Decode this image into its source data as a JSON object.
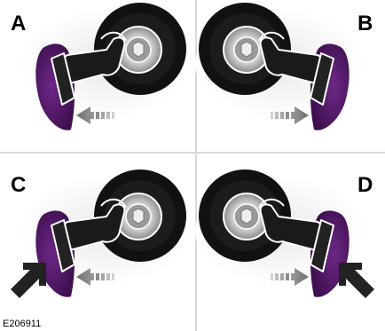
{
  "figure": {
    "code": "E206911",
    "panels": [
      {
        "letter": "A",
        "side": "left",
        "arrows": [
          "light-arrow-pointing-left"
        ]
      },
      {
        "letter": "B",
        "side": "right",
        "arrows": [
          "light-arrow-pointing-right"
        ]
      },
      {
        "letter": "C",
        "side": "left",
        "arrows": [
          "dark-arrow-pointing-up-right",
          "light-arrow-pointing-left"
        ]
      },
      {
        "letter": "D",
        "side": "right",
        "arrows": [
          "light-arrow-pointing-right",
          "dark-arrow-pointing-up-left"
        ]
      }
    ]
  },
  "colors": {
    "door_purple": "#5a1a6e",
    "tank_black": "#111111",
    "cap_grey": "#c8c8c8",
    "divider": "#d9d9d9",
    "light_arrow": "#7d7d7d",
    "dark_arrow": "#222222"
  }
}
